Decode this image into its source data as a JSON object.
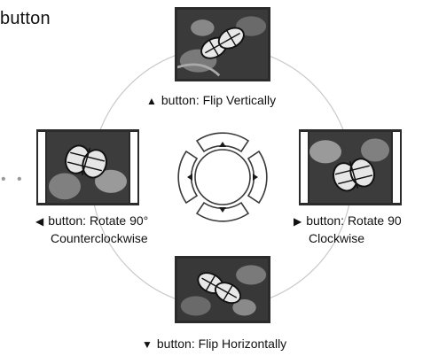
{
  "header": {
    "text": "button"
  },
  "captions": {
    "up": {
      "arrow": "▲",
      "text": "button: Flip Vertically"
    },
    "left": {
      "arrow": "◀",
      "line1": "button: Rotate 90°",
      "line2": "Counterclockwise"
    },
    "right": {
      "arrow": "▶",
      "line1": "button: Rotate 90",
      "line2": "Clockwise"
    },
    "down": {
      "arrow": "▼",
      "text": "button: Flip Horizontally"
    }
  },
  "continuation": {
    "dots": "• •"
  },
  "colors": {
    "ring": "#c9c9c9",
    "dpad": "#3a3a3a",
    "dots": "#9a9a9a"
  },
  "icons": {
    "dpad_up": "triangle-up",
    "dpad_down": "triangle-down",
    "dpad_left": "triangle-left",
    "dpad_right": "triangle-right"
  }
}
